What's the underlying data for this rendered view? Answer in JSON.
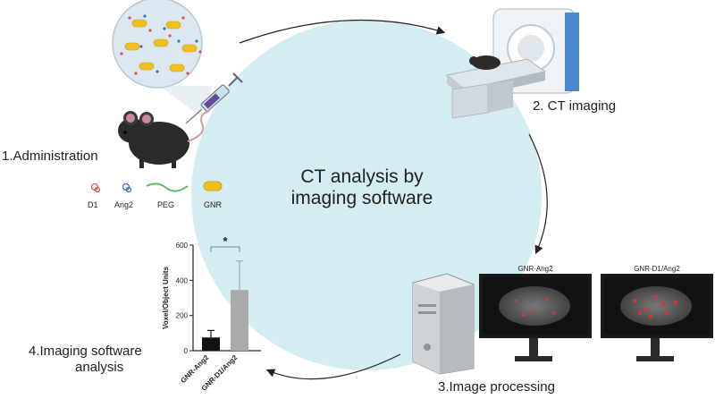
{
  "steps": {
    "administration": "1.Administration",
    "ct_imaging": "2. CT imaging",
    "image_processing": "3.Image processing",
    "software_analysis_line1": "4.Imaging software",
    "software_analysis_line2": "analysis"
  },
  "center": {
    "line1": "CT analysis by",
    "line2": "imaging software"
  },
  "legend": [
    {
      "label": "D1",
      "icon": "d1-peptide-icon",
      "color": "#d9534f"
    },
    {
      "label": "Ang2",
      "icon": "ang2-peptide-icon",
      "color": "#3b6fc4"
    },
    {
      "label": "PEG",
      "icon": "peg-chain-icon",
      "color": "#5cb85c"
    },
    {
      "label": "GNR",
      "icon": "gold-nanorod-icon",
      "color": "#f0c020"
    }
  ],
  "monitors": {
    "left_title": "GNR-Ang2",
    "right_title": "GNR-D1/Ang2"
  },
  "colors": {
    "circle_fill": "#d4edf2",
    "bar_dark": "#111111",
    "bar_light": "#aaaaaa",
    "gold": "#f0c020"
  },
  "chart_data": {
    "type": "bar",
    "categories": [
      "GNR-Ang2",
      "GNR-D1/Ang2"
    ],
    "values": [
      75,
      345
    ],
    "errors": [
      40,
      165
    ],
    "ylabel": "Voxel/Object Units",
    "ylim": [
      0,
      600
    ],
    "yticks": [
      0,
      200,
      400,
      600
    ],
    "annotation": "*",
    "grid": false
  }
}
